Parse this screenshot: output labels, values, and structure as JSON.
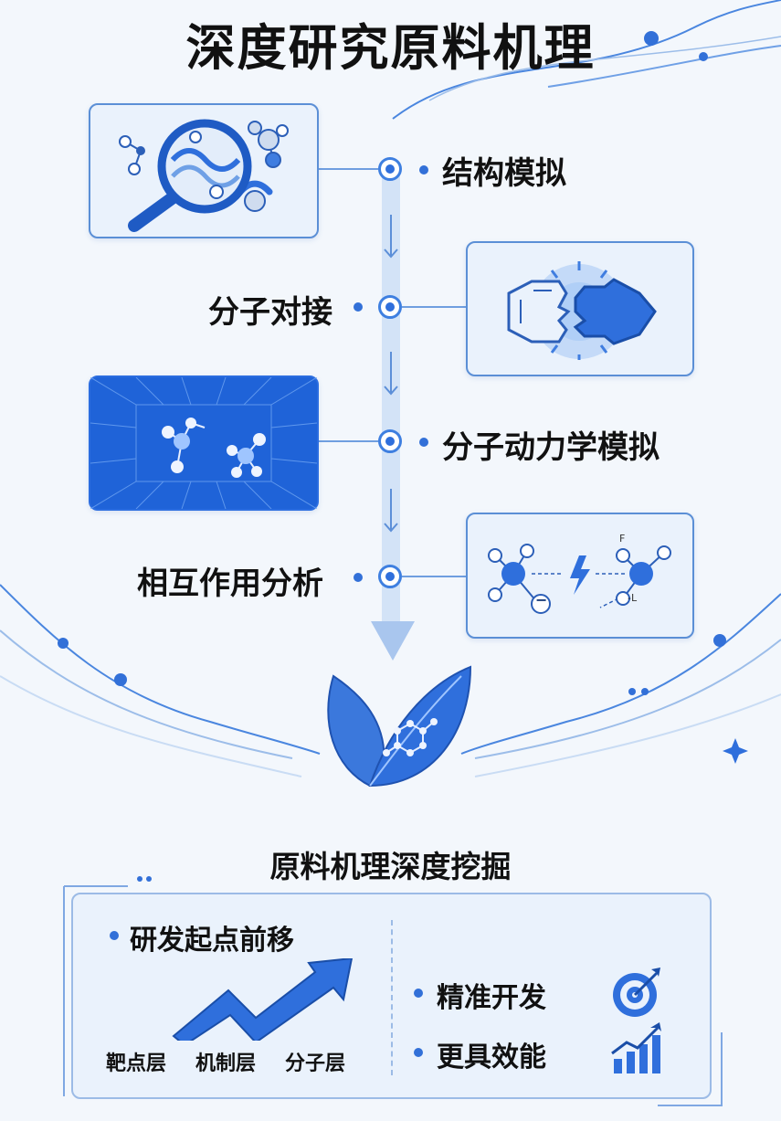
{
  "title": "深度研究原料机理",
  "steps": [
    {
      "label": "结构模拟"
    },
    {
      "label": "分子对接"
    },
    {
      "label": "分子动力学模拟"
    },
    {
      "label": "相互作用分析"
    }
  ],
  "interaction_card": {
    "charge_label": "−",
    "side_labels": [
      "F",
      "-L"
    ]
  },
  "section_title": "原料机理深度挖掘",
  "bottom": {
    "left_heading": "研发起点前移",
    "layers": [
      "靶点层",
      "机制层",
      "分子层"
    ],
    "right_items": [
      "精准开发",
      "更具效能"
    ]
  },
  "colors": {
    "accent": "#2f6fdc",
    "dark_card": "#1f63d8",
    "background": "#f3f7fc"
  }
}
